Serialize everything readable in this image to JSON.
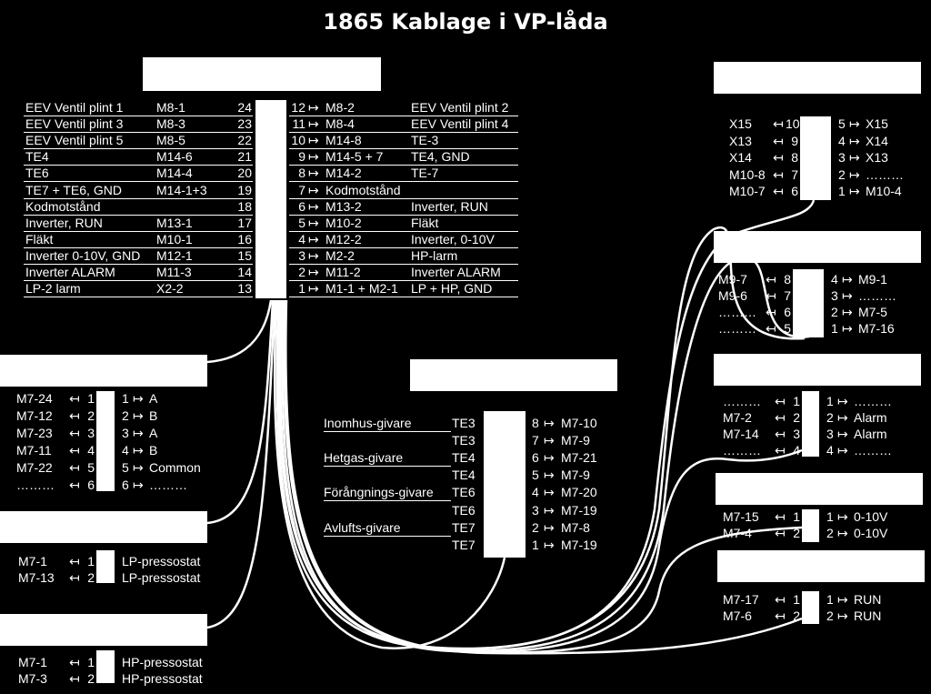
{
  "title": "1865 Kablage i VP-låda",
  "main_terminal": {
    "left": [
      {
        "label": "EEV Ventil plint 1",
        "ref": "M8-1",
        "pin": "24"
      },
      {
        "label": "EEV Ventil plint 3",
        "ref": "M8-3",
        "pin": "23"
      },
      {
        "label": "EEV Ventil plint 5",
        "ref": "M8-5",
        "pin": "22"
      },
      {
        "label": "TE4",
        "ref": "M14-6",
        "pin": "21"
      },
      {
        "label": "TE6",
        "ref": "M14-4",
        "pin": "20"
      },
      {
        "label": "TE7 + TE6, GND",
        "ref": "M14-1+3",
        "pin": "19"
      },
      {
        "label": "Kodmotstånd",
        "ref": "",
        "pin": "18"
      },
      {
        "label": "Inverter, RUN",
        "ref": "M13-1",
        "pin": "17"
      },
      {
        "label": "Fläkt",
        "ref": "M10-1",
        "pin": "16"
      },
      {
        "label": "Inverter 0-10V, GND",
        "ref": "M12-1",
        "pin": "15"
      },
      {
        "label": "Inverter ALARM",
        "ref": "M11-3",
        "pin": "14"
      },
      {
        "label": "LP-2 larm",
        "ref": "X2-2",
        "pin": "13"
      }
    ],
    "right": [
      {
        "pin": "12",
        "ref": "M8-2",
        "label": "EEV Ventil plint 2"
      },
      {
        "pin": "11",
        "ref": "M8-4",
        "label": "EEV Ventil plint 4"
      },
      {
        "pin": "10",
        "ref": "M14-8",
        "label": "TE-3"
      },
      {
        "pin": "9",
        "ref": "M14-5 + 7",
        "label": "TE4, GND"
      },
      {
        "pin": "8",
        "ref": "M14-2",
        "label": "TE-7"
      },
      {
        "pin": "7",
        "ref": "Kodmotstånd",
        "label": ""
      },
      {
        "pin": "6",
        "ref": "M13-2",
        "label": "Inverter, RUN"
      },
      {
        "pin": "5",
        "ref": "M10-2",
        "label": "Fläkt"
      },
      {
        "pin": "4",
        "ref": "M12-2",
        "label": "Inverter, 0-10V"
      },
      {
        "pin": "3",
        "ref": "M2-2",
        "label": "HP-larm"
      },
      {
        "pin": "2",
        "ref": "M11-2",
        "label": "Inverter ALARM"
      },
      {
        "pin": "1",
        "ref": "M1-1 + M2-1",
        "label": "LP + HP,  GND"
      }
    ]
  },
  "box_a": {
    "rows": [
      {
        "left": "M7-24",
        "lpin": "1",
        "rpin": "1",
        "right": "A"
      },
      {
        "left": "M7-12",
        "lpin": "2",
        "rpin": "2",
        "right": "B"
      },
      {
        "left": "M7-23",
        "lpin": "3",
        "rpin": "3",
        "right": "A"
      },
      {
        "left": "M7-11",
        "lpin": "4",
        "rpin": "4",
        "right": "B"
      },
      {
        "left": "M7-22",
        "lpin": "5",
        "rpin": "5",
        "right": "Common"
      },
      {
        "left": "………",
        "lpin": "6",
        "rpin": "6",
        "right": "………"
      }
    ]
  },
  "box_lp": {
    "rows": [
      {
        "left": "M7-1",
        "lpin": "1",
        "right": "LP-pressostat"
      },
      {
        "left": "M7-13",
        "lpin": "2",
        "right": "LP-pressostat"
      }
    ]
  },
  "box_hp": {
    "rows": [
      {
        "left": "M7-1",
        "lpin": "1",
        "right": "HP-pressostat"
      },
      {
        "left": "M7-3",
        "lpin": "2",
        "right": "HP-pressostat"
      }
    ]
  },
  "box_sensors": {
    "rows": [
      {
        "name": "Inomhus-givare",
        "te": "TE3",
        "pin": "8",
        "ref": "M7-10"
      },
      {
        "name": "",
        "te": "TE3",
        "pin": "7",
        "ref": "M7-9"
      },
      {
        "name": "Hetgas-givare",
        "te": "TE4",
        "pin": "6",
        "ref": "M7-21"
      },
      {
        "name": "",
        "te": "TE4",
        "pin": "5",
        "ref": "M7-9"
      },
      {
        "name": "Förångnings-givare",
        "te": "TE6",
        "pin": "4",
        "ref": "M7-20"
      },
      {
        "name": "",
        "te": "TE6",
        "pin": "3",
        "ref": "M7-19"
      },
      {
        "name": "Avlufts-givare",
        "te": "TE7",
        "pin": "2",
        "ref": "M7-8"
      },
      {
        "name": "",
        "te": "TE7",
        "pin": "1",
        "ref": "M7-19"
      }
    ]
  },
  "box_x": {
    "rows": [
      {
        "left": "X15",
        "lpin": "10",
        "rpin": "5",
        "right": "X15"
      },
      {
        "left": "X13",
        "lpin": "9",
        "rpin": "4",
        "right": "X14"
      },
      {
        "left": "X14",
        "lpin": "8",
        "rpin": "3",
        "right": "X13"
      },
      {
        "left": "M10-8",
        "lpin": "7",
        "rpin": "2",
        "right": "………"
      },
      {
        "left": "M10-7",
        "lpin": "6",
        "rpin": "1",
        "right": "M10-4"
      }
    ]
  },
  "box_m9": {
    "rows": [
      {
        "left": "M9-7",
        "lpin": "8",
        "rpin": "4",
        "right": "M9-1"
      },
      {
        "left": "M9-6",
        "lpin": "7",
        "rpin": "3",
        "right": "………"
      },
      {
        "left": "………",
        "lpin": "6",
        "rpin": "2",
        "right": "M7-5"
      },
      {
        "left": "………",
        "lpin": "5",
        "rpin": "1",
        "right": "M7-16"
      }
    ]
  },
  "box_alarm": {
    "rows": [
      {
        "left": "………",
        "lpin": "1",
        "rpin": "1",
        "right": "………"
      },
      {
        "left": "M7-2",
        "lpin": "2",
        "rpin": "2",
        "right": "Alarm"
      },
      {
        "left": "M7-14",
        "lpin": "3",
        "rpin": "3",
        "right": "Alarm"
      },
      {
        "left": "………",
        "lpin": "4",
        "rpin": "4",
        "right": "………"
      }
    ]
  },
  "box_010v": {
    "rows": [
      {
        "left": "M7-15",
        "lpin": "1",
        "rpin": "1",
        "right": "0-10V"
      },
      {
        "left": "M7-4",
        "lpin": "2",
        "rpin": "2",
        "right": "0-10V"
      }
    ]
  },
  "box_run": {
    "rows": [
      {
        "left": "M7-17",
        "lpin": "1",
        "rpin": "1",
        "right": "RUN"
      },
      {
        "left": "M7-6",
        "lpin": "2",
        "rpin": "2",
        "right": "RUN"
      }
    ]
  },
  "arrows": {
    "in": "↤",
    "out": "↦"
  }
}
